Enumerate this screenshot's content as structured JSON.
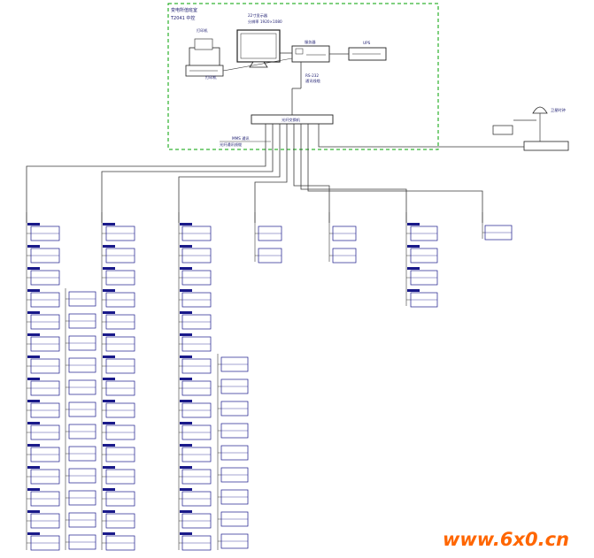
{
  "title_block": {
    "line1": "变电所值班室",
    "line2": "T2041 中控"
  },
  "printer_label": "打印机",
  "printer_sub": "打印机",
  "monitor_label_1": "22寸显示器",
  "monitor_label_2": "分辨率 1920×1080",
  "server_label": "服务器",
  "ups_label": "UPS",
  "link_label_1": "RS-232",
  "link_label_2": "通讯线缆",
  "switch_label": "光纤交换机",
  "gps_label": "卫星时钟",
  "bus_label_1": "MMS 通讯",
  "bus_label_2": "光纤通讯线缆",
  "watermark": "www.6x0.cn",
  "colors": {
    "frame": "#00a000",
    "line": "#3a3a3a",
    "box": "#1a1a8a",
    "watermark": "#ff6600"
  },
  "icons": [
    "printer-icon",
    "monitor-icon",
    "server-icon",
    "ups-icon",
    "switch-icon",
    "gps-antenna-icon"
  ]
}
